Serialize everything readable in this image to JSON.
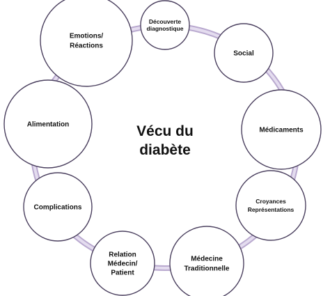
{
  "center": {
    "lines": [
      "Vécu du",
      "diabète"
    ]
  },
  "nodes": [
    {
      "id": "decouverte",
      "lines": [
        "Découverte",
        "diagnostique"
      ]
    },
    {
      "id": "social",
      "lines": [
        "Social"
      ]
    },
    {
      "id": "medicaments",
      "lines": [
        "Médicaments"
      ]
    },
    {
      "id": "croyances",
      "lines": [
        "Croyances",
        "Représentations"
      ]
    },
    {
      "id": "medecine-traditionnelle",
      "lines": [
        "Médecine",
        "Traditionnelle"
      ]
    },
    {
      "id": "relation",
      "lines": [
        "Relation",
        "Médecin/",
        "Patient"
      ]
    },
    {
      "id": "complications",
      "lines": [
        "Complications"
      ]
    },
    {
      "id": "alimentation",
      "lines": [
        "Alimentation"
      ]
    },
    {
      "id": "emotions",
      "lines": [
        "Emotions/",
        "Réactions"
      ]
    }
  ],
  "colors": {
    "ring": "#b9a9cf",
    "ring_highlight": "#e4dcef",
    "node_stroke": "#4a3f5e",
    "node_fill": "#ffffff",
    "text": "#111111"
  }
}
